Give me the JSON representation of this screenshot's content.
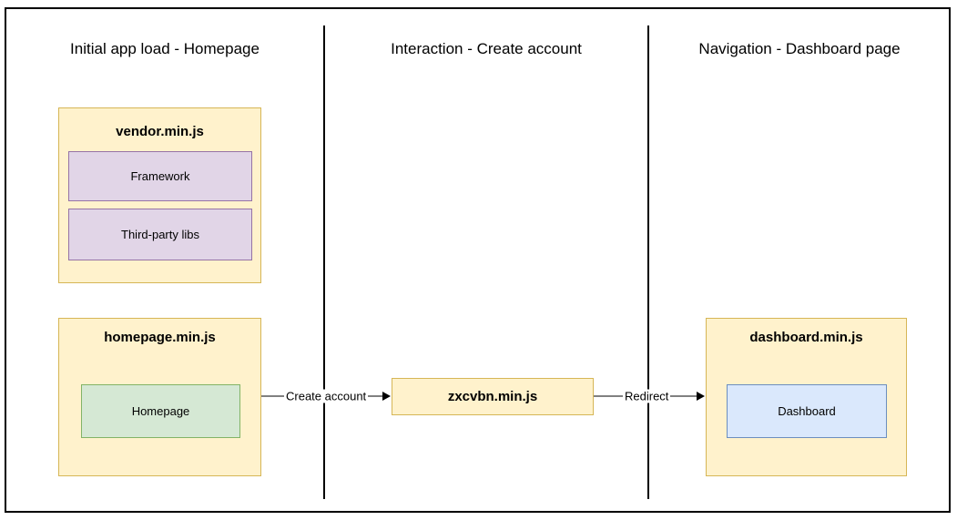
{
  "diagram": {
    "type": "swimlane-flow",
    "columns": [
      {
        "id": "col-initial-load",
        "header": "Initial app load - Homepage"
      },
      {
        "id": "col-interaction",
        "header": "Interaction - Create account"
      },
      {
        "id": "col-navigation",
        "header": "Navigation - Dashboard page"
      }
    ],
    "bundles": [
      {
        "id": "vendor",
        "title": "vendor.min.js",
        "column": "col-initial-load",
        "fill": "#fff2cc",
        "stroke": "#d6b656",
        "modules": [
          {
            "id": "framework",
            "label": "Framework",
            "fill": "#e1d5e7",
            "stroke": "#9673a6"
          },
          {
            "id": "third-party-libs",
            "label": "Third-party libs",
            "fill": "#e1d5e7",
            "stroke": "#9673a6"
          }
        ]
      },
      {
        "id": "homepage",
        "title": "homepage.min.js",
        "column": "col-initial-load",
        "fill": "#fff2cc",
        "stroke": "#d6b656",
        "modules": [
          {
            "id": "homepage-module",
            "label": "Homepage",
            "fill": "#d5e8d4",
            "stroke": "#82b366"
          }
        ]
      },
      {
        "id": "zxcvbn",
        "title": "zxcvbn.min.js",
        "column": "col-interaction",
        "fill": "#fff2cc",
        "stroke": "#d6b656",
        "modules": []
      },
      {
        "id": "dashboard",
        "title": "dashboard.min.js",
        "column": "col-navigation",
        "fill": "#fff2cc",
        "stroke": "#d6b656",
        "modules": [
          {
            "id": "dashboard-module",
            "label": "Dashboard",
            "fill": "#dae8fc",
            "stroke": "#6c8ebf"
          }
        ]
      }
    ],
    "edges": [
      {
        "id": "edge-create-account",
        "label": "Create account",
        "from": "homepage",
        "to": "zxcvbn"
      },
      {
        "id": "edge-redirect",
        "label": "Redirect",
        "from": "zxcvbn",
        "to": "dashboard"
      }
    ]
  }
}
